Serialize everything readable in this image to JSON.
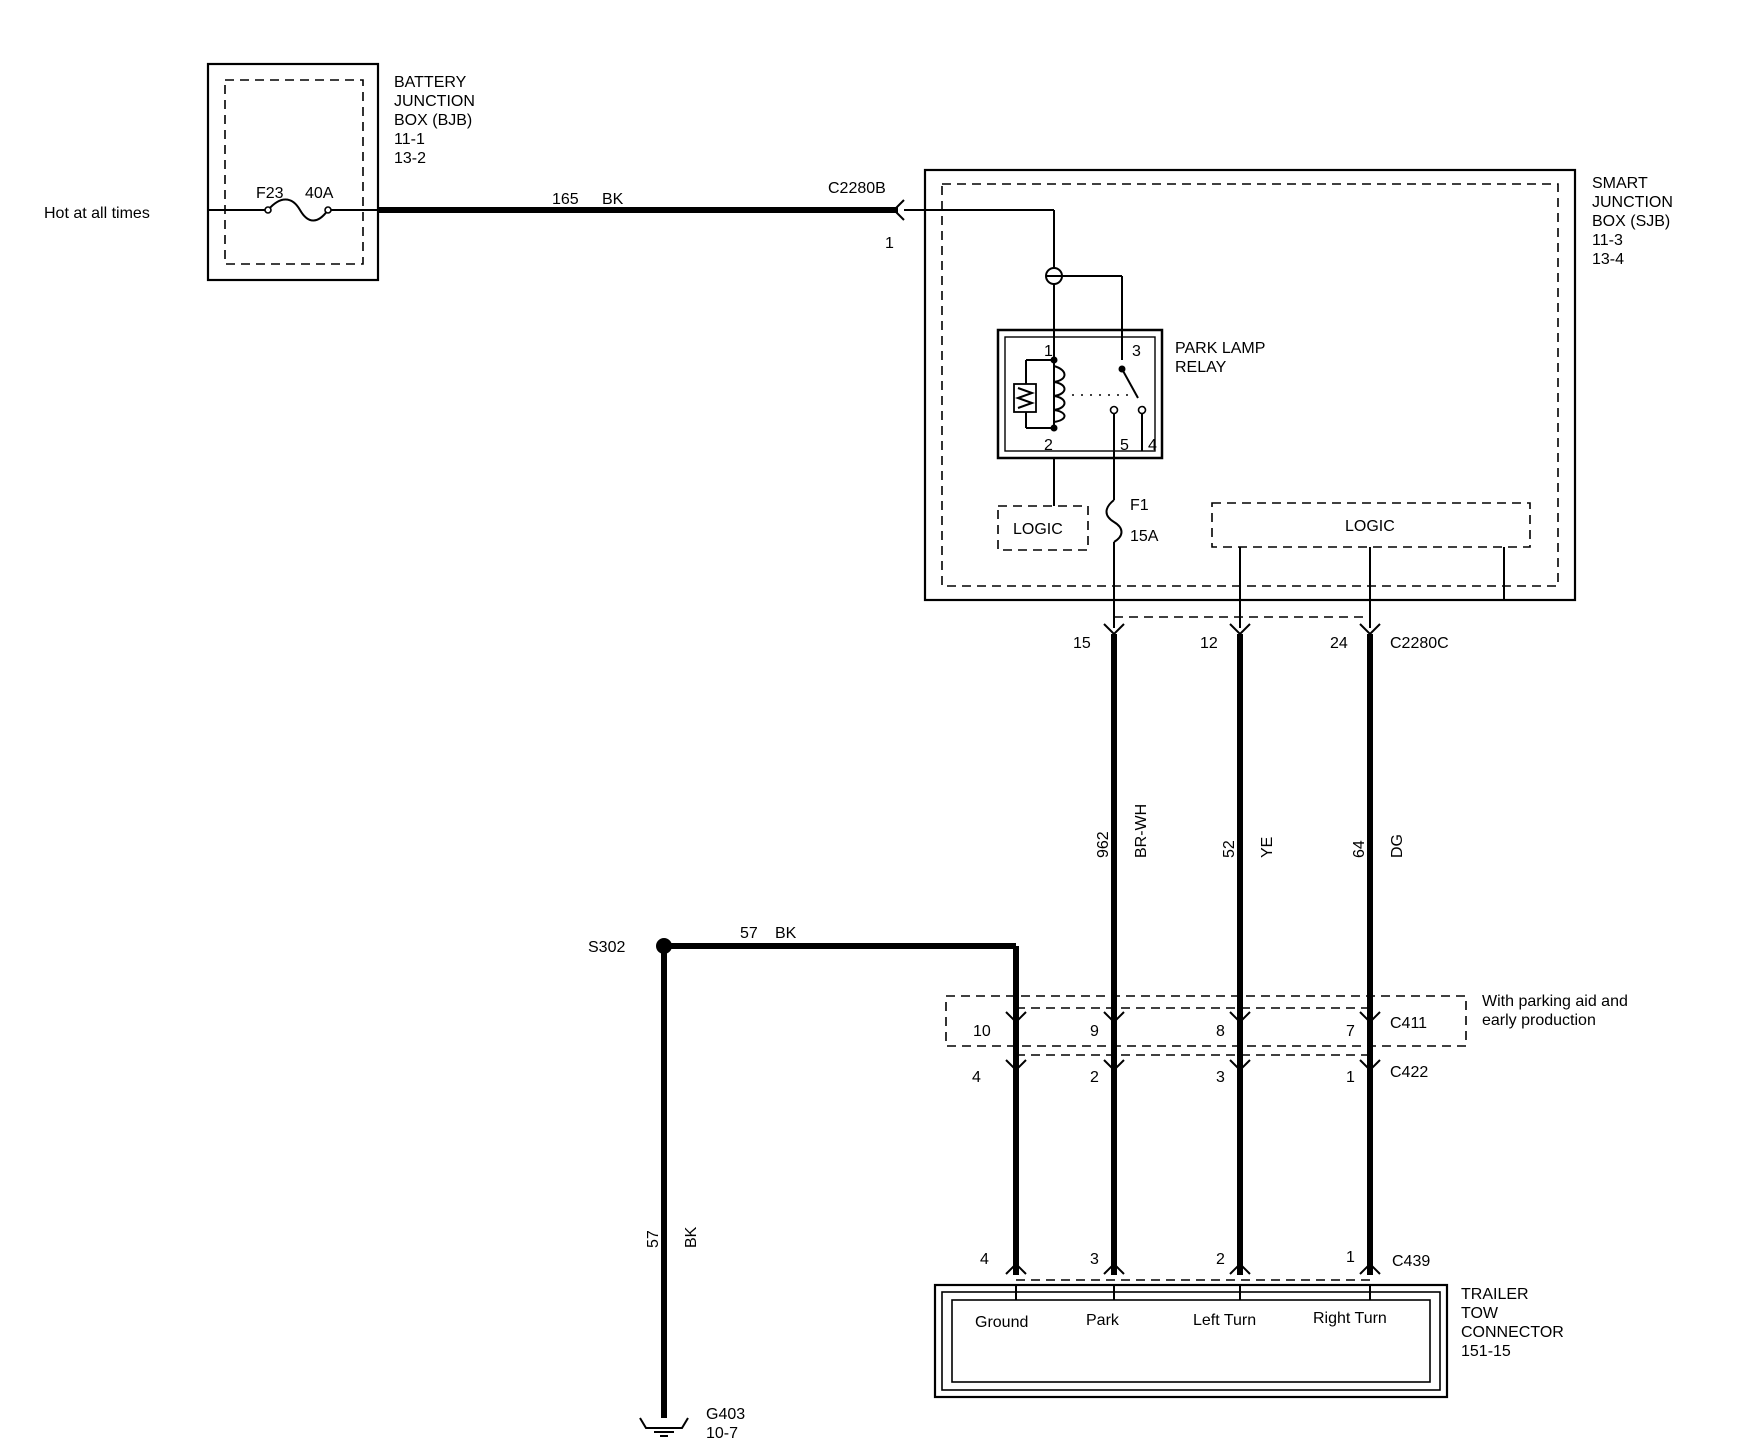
{
  "supply": {
    "label": "Hot at all times"
  },
  "bjb": {
    "lines": [
      "BATTERY",
      "JUNCTION",
      "BOX (BJB)",
      "11-1",
      "13-2"
    ],
    "fuse_id": "F23",
    "fuse_rating": "40A"
  },
  "wire_top": {
    "circuit": "165",
    "color": "BK"
  },
  "c2280b": {
    "connector": "C2280B",
    "pin": "1"
  },
  "sjb": {
    "lines": [
      "SMART",
      "JUNCTION",
      "BOX (SJB)",
      "11-3",
      "13-4"
    ]
  },
  "relay": {
    "lines": [
      "PARK LAMP",
      "RELAY"
    ],
    "pins": {
      "p1": "1",
      "p2": "2",
      "p3": "3",
      "p4": "4",
      "p5": "5"
    }
  },
  "logic_left": "LOGIC",
  "logic_right": "LOGIC",
  "fuse_f1": {
    "id": "F1",
    "rating": "15A"
  },
  "c2280c": {
    "connector": "C2280C",
    "pins": [
      "15",
      "12",
      "24"
    ]
  },
  "wires": [
    {
      "circuit": "962",
      "color": "BR-WH"
    },
    {
      "circuit": "52",
      "color": "YE"
    },
    {
      "circuit": "64",
      "color": "DG"
    }
  ],
  "splice": {
    "id": "S302",
    "circuit": "57",
    "color": "BK"
  },
  "ground_wire": {
    "circuit": "57",
    "color": "BK"
  },
  "ground": {
    "id": "G403",
    "ref": "10-7"
  },
  "c411": {
    "connector": "C411",
    "pins": [
      "10",
      "9",
      "8",
      "7"
    ],
    "note_lines": [
      "With parking aid and",
      "early production"
    ]
  },
  "c422": {
    "connector": "C422",
    "pins": [
      "4",
      "2",
      "3",
      "1"
    ]
  },
  "c439": {
    "connector": "C439",
    "pins": [
      "4",
      "3",
      "2",
      "1"
    ]
  },
  "trailer": {
    "lines": [
      "TRAILER",
      "TOW",
      "CONNECTOR",
      "151-15"
    ],
    "terminals": [
      "Ground",
      "Park",
      "Left Turn",
      "Right Turn"
    ]
  }
}
